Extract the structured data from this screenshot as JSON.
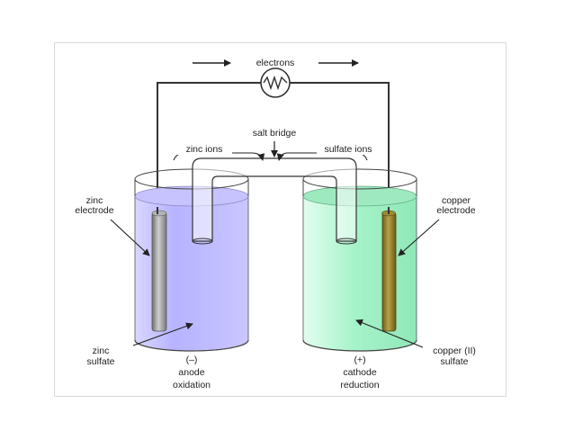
{
  "diagram": {
    "electrons_label": "electrons",
    "salt_bridge_label": "salt bridge",
    "zinc_ions_label": "zinc ions",
    "sulfate_ions_label": "sulfate ions",
    "zinc_electrode": [
      "zinc",
      "electrode"
    ],
    "copper_electrode": [
      "copper",
      "electrode"
    ],
    "zinc_sulfate": [
      "zinc",
      "sulfate"
    ],
    "copper_sulfate": [
      "copper (II)",
      "sulfate"
    ],
    "anode": [
      "(–)",
      "anode",
      "oxidation"
    ],
    "cathode": [
      "(+)",
      "cathode",
      "reduction"
    ]
  },
  "colors": {
    "zinc_solution": "#b9b6ff",
    "copper_solution": "#9ff2c7",
    "zinc_metal": "#9a9a9a",
    "copper_metal": "#8a7a2a"
  },
  "icons": [
    "resistor-icon",
    "arrow-right-icon"
  ]
}
